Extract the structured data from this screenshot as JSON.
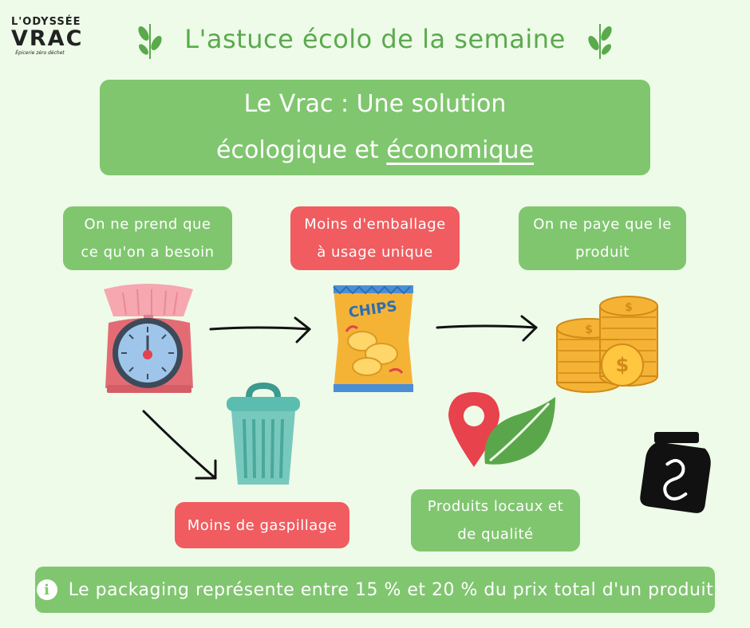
{
  "logo": {
    "line1": "L'ODYSSÉE",
    "line2": "VRAC",
    "line3": "Épicerie zéro déchet"
  },
  "header": {
    "title": "L'astuce écolo de la semaine"
  },
  "main_title": {
    "line1": "Le Vrac : Une solution",
    "line2_start": "écologique et ",
    "line2_underlined": "économique"
  },
  "cards": {
    "need": {
      "line1": "On ne prend que",
      "line2": "ce qu'on a besoin"
    },
    "packaging": {
      "line1": "Moins d'emballage",
      "line2": "à usage unique"
    },
    "pay": {
      "line1": "On ne paye que le",
      "line2": "produit"
    },
    "waste": {
      "line1": "Moins de gaspillage"
    },
    "local": {
      "line1": "Produits locaux et",
      "line2": "de qualité"
    }
  },
  "illustrations": {
    "chips_label": "CHIPS"
  },
  "tip": {
    "icon": "info-icon",
    "text": "Le packaging représente entre 15 % et 20 % du prix total d'un produit"
  },
  "colors": {
    "background": "#eefbe9",
    "green": "#80c66f",
    "red": "#f05c5f",
    "title_green": "#5aaa4c"
  }
}
